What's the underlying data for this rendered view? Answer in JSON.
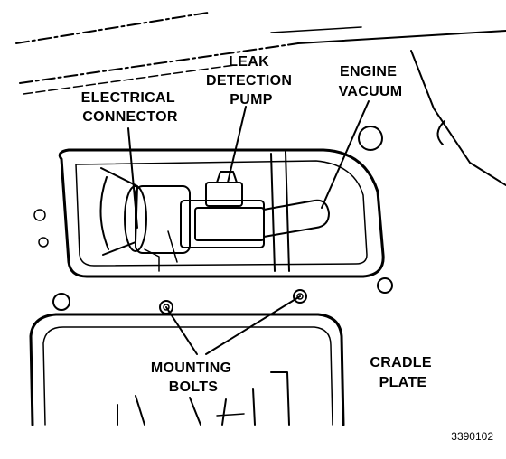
{
  "labels": {
    "leak_detection_pump": [
      "LEAK",
      "DETECTION",
      "PUMP"
    ],
    "engine_vacuum": [
      "ENGINE",
      "VACUUM"
    ],
    "electrical_connector": [
      "ELECTRICAL",
      "CONNECTOR"
    ],
    "mounting_bolts": [
      "MOUNTING",
      "BOLTS"
    ],
    "cradle_plate": [
      "CRADLE",
      "PLATE"
    ]
  },
  "figure_number": "3390102",
  "colors": {
    "ink": "#000000",
    "background": "#ffffff"
  }
}
